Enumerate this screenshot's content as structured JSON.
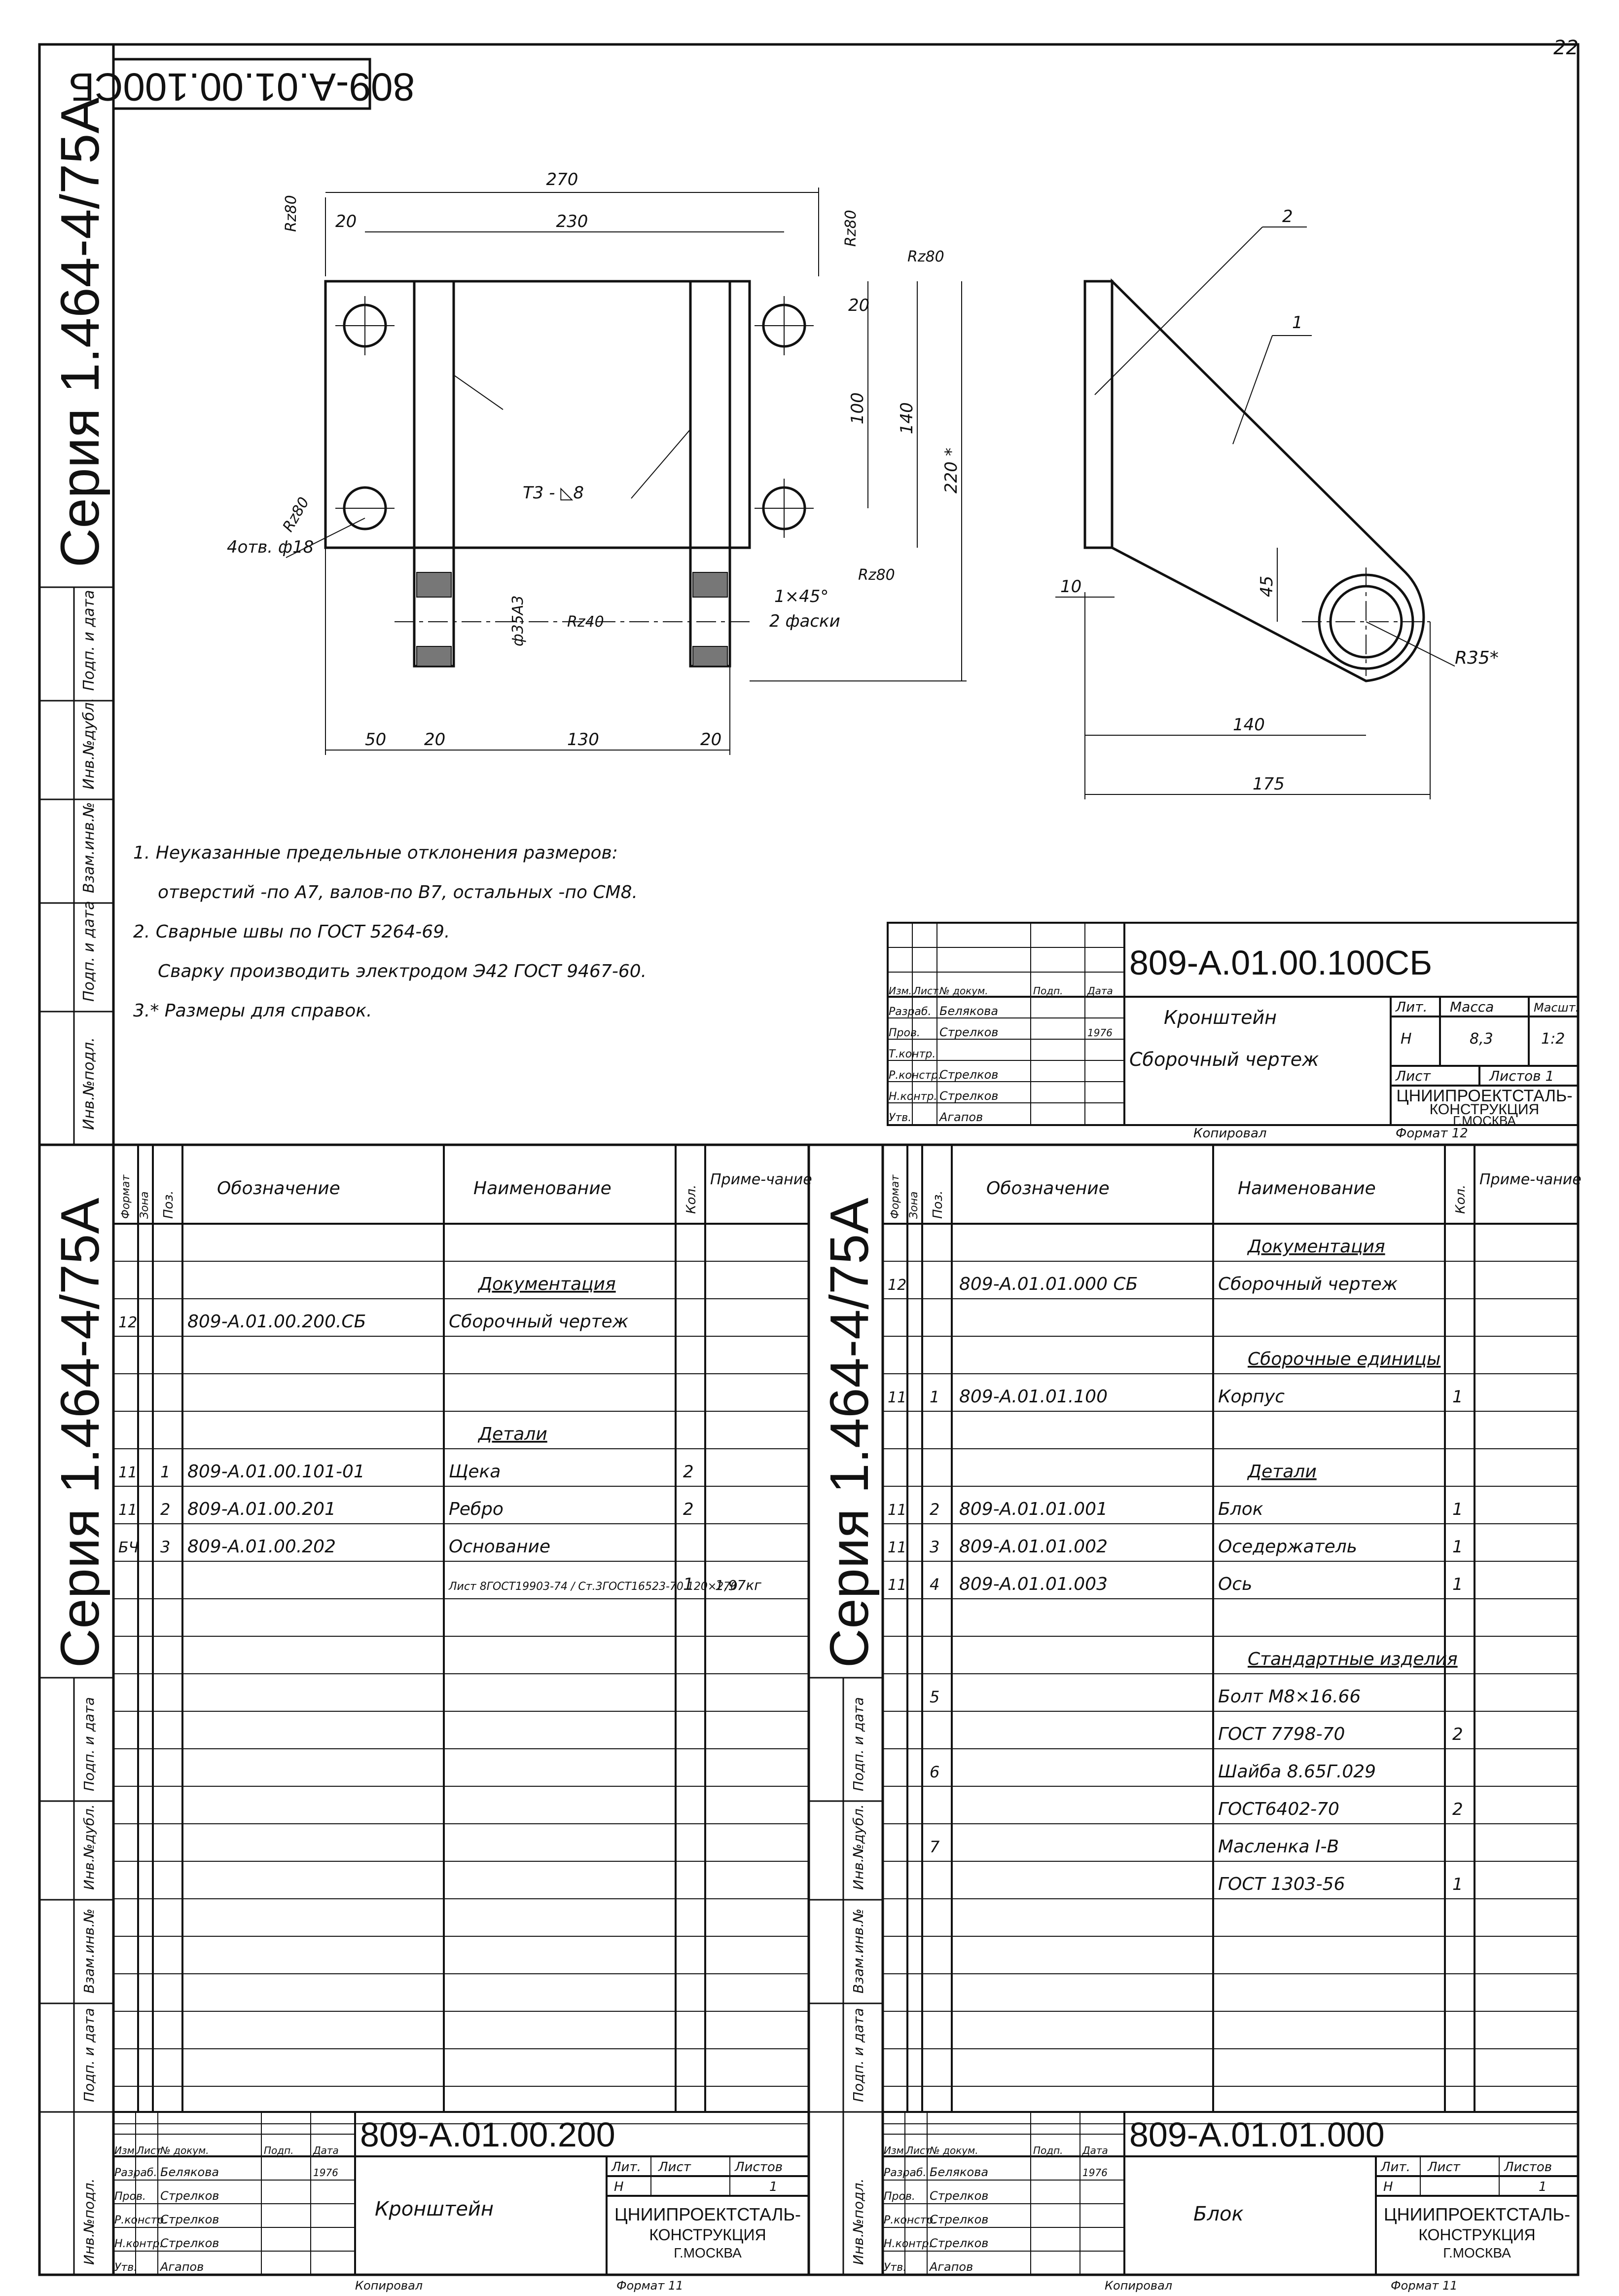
{
  "page": {
    "sheet_number": "22"
  },
  "series_label": "Серия 1.464-4/75А",
  "margin_fields": [
    "Инв.№подл.",
    "Подп. и дата",
    "Взам.инв.№",
    "Инв.№дубл.",
    "Подп. и дата"
  ],
  "top_sheet": {
    "mirror_code": "809-А.01.00.100СБ",
    "dims": {
      "d270": "270",
      "d230": "230",
      "d20a": "20",
      "d20b": "20",
      "d100": "100",
      "d140": "140",
      "d220": "220 *",
      "d50": "50",
      "d20c": "20",
      "d130": "130",
      "d20d": "20",
      "d10": "10",
      "d45": "45",
      "d140b": "140",
      "d175": "175",
      "holes": "4отв. ф18",
      "weld": "Т3 - ◺8",
      "bore": "ф35А3",
      "chamfer1": "1×45°",
      "chamfer2": "2 фаски",
      "r35": "R35*",
      "rz80a": "Rz80",
      "rz80b": "Rz80",
      "rz80c": "Rz80",
      "rz80d": "Rz80",
      "rz80e": "Rz80",
      "rz40": "Rz40",
      "callout1": "1",
      "callout2": "2"
    },
    "notes": [
      "1. Неуказанные предельные отклонения размеров:",
      "отверстий -по А7, валов-по В7, остальных -по СМ8.",
      "2. Сварные швы по ГОСТ 5264-69.",
      "Сварку производить электродом Э42 ГОСТ 9467-60.",
      "3.* Размеры для справок."
    ],
    "title_block": {
      "code": "809-А.01.00.100СБ",
      "name": "Кронштейн",
      "doc_type": "Сборочный чертеж",
      "lit_label": "Лит.",
      "mass_label": "Масса",
      "scale_label": "Масшт.",
      "lit": "Н",
      "mass": "8,3",
      "scale": "1:2",
      "sheet_label": "Лист",
      "sheets_label": "Листов 1",
      "org": "ЦНИИПРОЕКТСТАЛЬ-",
      "org2": "КОНСТРУКЦИЯ",
      "org3": "Г.МОСКВА",
      "header": [
        "Изм.",
        "Лист",
        "№ докум.",
        "Подп.",
        "Дата"
      ],
      "roles": [
        "Разраб.",
        "Пров.",
        "Т.контр.",
        "Р.констр.",
        "Н.контр.",
        "Утв."
      ],
      "people": [
        "Белякова",
        "Стрелков",
        "",
        "Стрелков",
        "Стрелков",
        "Агапов"
      ],
      "year": "1976",
      "copied": "Копировал",
      "format": "Формат 12"
    }
  },
  "left_spec": {
    "headers": {
      "format": "Формат",
      "zone": "Зона",
      "pos": "Поз.",
      "designation": "Обозначение",
      "name": "Наименование",
      "qty": "Кол.",
      "note": "Приме-чание"
    },
    "rows": [
      {
        "f": "",
        "p": "",
        "d": "",
        "n": "Документация",
        "q": "",
        "r": "",
        "u": true
      },
      {
        "f": "12",
        "p": "",
        "d": "809-А.01.00.200.СБ",
        "n": "Сборочный чертеж",
        "q": "",
        "r": ""
      },
      {
        "f": "",
        "p": "",
        "d": "",
        "n": "Детали",
        "q": "",
        "r": "",
        "u": true
      },
      {
        "f": "11",
        "p": "1",
        "d": "809-А.01.00.101-01",
        "n": "Щека",
        "q": "2",
        "r": ""
      },
      {
        "f": "11",
        "p": "2",
        "d": "809-А.01.00.201",
        "n": "Ребро",
        "q": "2",
        "r": ""
      },
      {
        "f": "БЧ",
        "p": "3",
        "d": "809-А.01.00.202",
        "n": "Основание",
        "q": "",
        "r": ""
      },
      {
        "f": "",
        "p": "",
        "d": "",
        "n": "Лист 8ГОСТ19903-74 / Ст.3ГОСТ16523-70 120×270",
        "q": "1",
        "r": "1,97кг"
      }
    ],
    "title_block": {
      "code": "809-А.01.00.200",
      "name": "Кронштейн",
      "lit_label": "Лит.",
      "sheet_label": "Лист",
      "sheets_label": "Листов",
      "lit": "Н",
      "sheets": "1",
      "org": "ЦНИИПРОЕКТСТАЛЬ-",
      "org2": "КОНСТРУКЦИЯ",
      "org3": "Г.МОСКВА",
      "header": [
        "Изм.",
        "Лист",
        "№ докум.",
        "Подп.",
        "Дата"
      ],
      "roles": [
        "Разраб.",
        "Пров.",
        "Р.констр.",
        "Н.контр.",
        "Утв."
      ],
      "people": [
        "Белякова",
        "Стрелков",
        "Стрелков",
        "Стрелков",
        "Агапов"
      ],
      "year": "1976",
      "copied": "Копировал",
      "format": "Формат 11"
    }
  },
  "right_spec": {
    "headers": {
      "format": "Формат",
      "zone": "Зона",
      "pos": "Поз.",
      "designation": "Обозначение",
      "name": "Наименование",
      "qty": "Кол.",
      "note": "Приме-чание"
    },
    "rows": [
      {
        "f": "",
        "p": "",
        "d": "",
        "n": "Документация",
        "q": "",
        "u": true
      },
      {
        "f": "12",
        "p": "",
        "d": "809-А.01.01.000 СБ",
        "n": "Сборочный чертеж",
        "q": ""
      },
      {
        "f": "",
        "p": "",
        "d": "",
        "n": "Сборочные единицы",
        "q": "",
        "u": true
      },
      {
        "f": "11",
        "p": "1",
        "d": "809-А.01.01.100",
        "n": "Корпус",
        "q": "1"
      },
      {
        "f": "",
        "p": "",
        "d": "",
        "n": "Детали",
        "q": "",
        "u": true
      },
      {
        "f": "11",
        "p": "2",
        "d": "809-А.01.01.001",
        "n": "Блок",
        "q": "1"
      },
      {
        "f": "11",
        "p": "3",
        "d": "809-А.01.01.002",
        "n": "Оседержатель",
        "q": "1"
      },
      {
        "f": "11",
        "p": "4",
        "d": "809-А.01.01.003",
        "n": "Ось",
        "q": "1"
      },
      {
        "f": "",
        "p": "",
        "d": "",
        "n": "Стандартные изделия",
        "q": "",
        "u": true
      },
      {
        "f": "",
        "p": "5",
        "d": "",
        "n": "Болт М8×16.66",
        "q": ""
      },
      {
        "f": "",
        "p": "",
        "d": "",
        "n": "ГОСТ 7798-70",
        "q": "2"
      },
      {
        "f": "",
        "p": "6",
        "d": "",
        "n": "Шайба 8.65Г.029",
        "q": ""
      },
      {
        "f": "",
        "p": "",
        "d": "",
        "n": "ГОСТ6402-70",
        "q": "2"
      },
      {
        "f": "",
        "p": "7",
        "d": "",
        "n": "Масленка I-В",
        "q": ""
      },
      {
        "f": "",
        "p": "",
        "d": "",
        "n": "ГОСТ 1303-56",
        "q": "1"
      }
    ],
    "title_block": {
      "code": "809-А.01.01.000",
      "name": "Блок",
      "lit_label": "Лит.",
      "sheet_label": "Лист",
      "sheets_label": "Листов",
      "lit": "Н",
      "sheets": "1",
      "org": "ЦНИИПРОЕКТСТАЛЬ-",
      "org2": "КОНСТРУКЦИЯ",
      "org3": "Г.МОСКВА",
      "header": [
        "Изм.",
        "Лист",
        "№ докум.",
        "Подп.",
        "Дата"
      ],
      "roles": [
        "Разраб.",
        "Пров.",
        "Р.констр.",
        "Н.контр.",
        "Утв."
      ],
      "people": [
        "Белякова",
        "Стрелков",
        "Стрелков",
        "Стрелков",
        "Агапов"
      ],
      "year": "1976",
      "copied": "Копировал",
      "format": "Формат 11"
    }
  }
}
